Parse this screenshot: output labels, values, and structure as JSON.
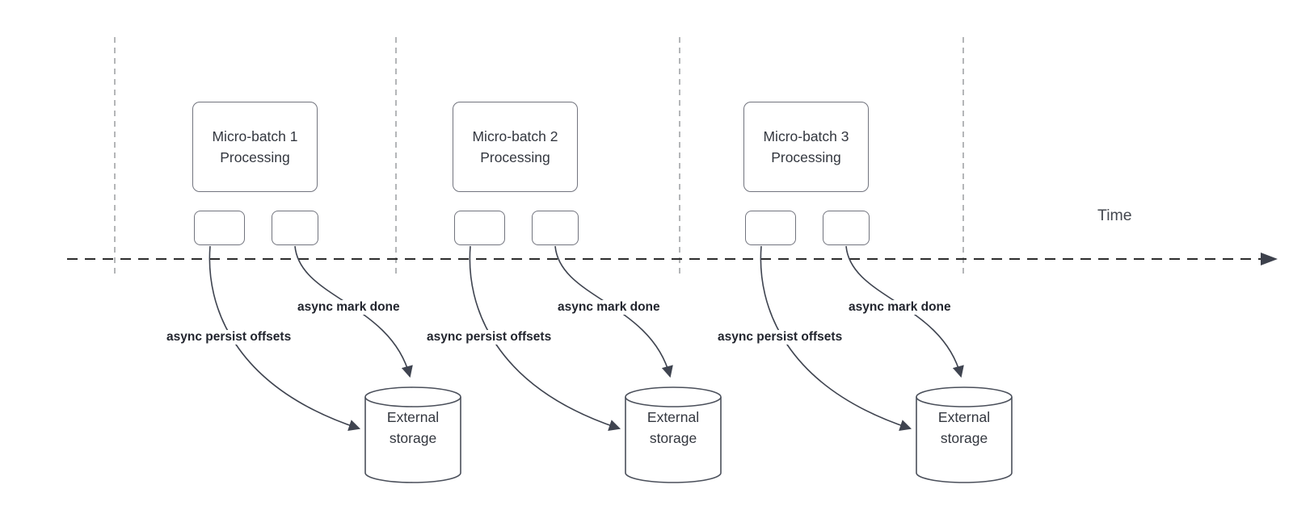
{
  "timeline": {
    "label": "Time"
  },
  "batches": [
    {
      "label": "Micro-batch 1\nProcessing",
      "persist_label": "async persist offsets",
      "markdone_label": "async mark done",
      "storage_label": "External\nstorage"
    },
    {
      "label": "Micro-batch 2\nProcessing",
      "persist_label": "async persist offsets",
      "markdone_label": "async mark done",
      "storage_label": "External\nstorage"
    },
    {
      "label": "Micro-batch 3\nProcessing",
      "persist_label": "async persist offsets",
      "markdone_label": "async mark done",
      "storage_label": "External\nstorage"
    }
  ],
  "colors": {
    "arrow_line": "#3f4450",
    "box_border": "#72747e",
    "cylinder_border": "#4a4f5a",
    "timeline_line": "#2c2c2c",
    "interval_gridline": "#9b9da1",
    "flow_label_text": "#22252e",
    "box_text": "#33373f",
    "time_text": "#44484f",
    "background": "#ffffff"
  }
}
